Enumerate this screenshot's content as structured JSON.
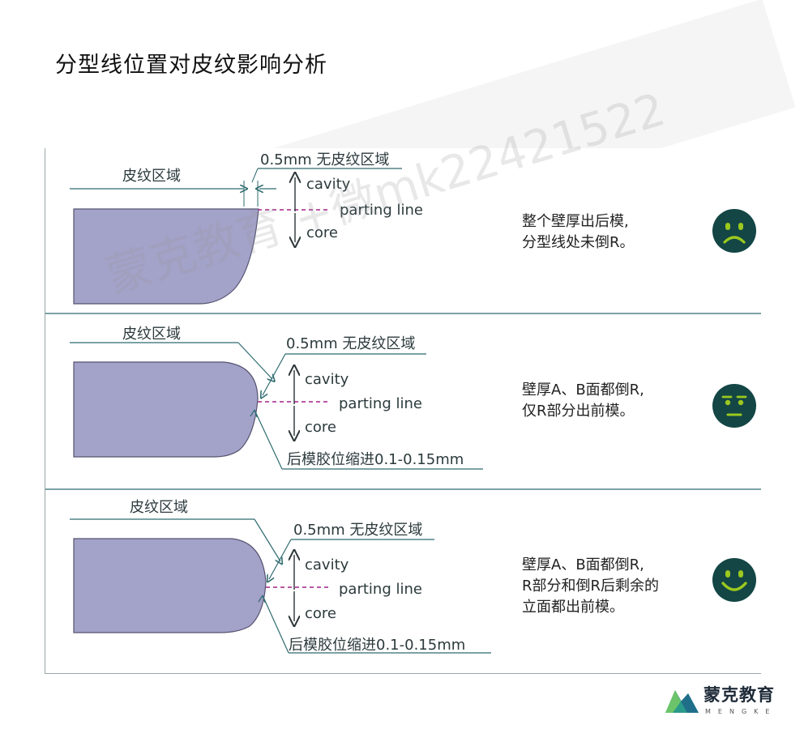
{
  "title": "分型线位置对皮纹影响分析",
  "watermark": "蒙克教育 +微mk22421522",
  "labels": {
    "texture_zone": "皮纹区域",
    "no_texture_zone": "0.5mm 无皮纹区域",
    "cavity": "cavity",
    "parting_line": "parting line",
    "core": "core",
    "core_offset": "后模胶位缩进0.1-0.15mm"
  },
  "panels": [
    {
      "note_lines": [
        "整个壁厚出后模,",
        "分型线处未倒R。"
      ],
      "face": "sad-face-icon"
    },
    {
      "note_lines": [
        "壁厚A、B面都倒R,",
        "仅R部分出前模。"
      ],
      "face": "neutral-face-icon"
    },
    {
      "note_lines": [
        "壁厚A、B面都倒R,",
        "R部分和倒R后剩余的",
        "立面都出前模。"
      ],
      "face": "happy-face-icon"
    }
  ],
  "logo": {
    "name": "蒙克教育",
    "sub": "MENGKE"
  },
  "colors": {
    "part_fill": "#a3a2c9",
    "line": "#2f6b6f",
    "parting": "#b0409a",
    "face": "#134645",
    "face_feature": "#9cc81f"
  }
}
